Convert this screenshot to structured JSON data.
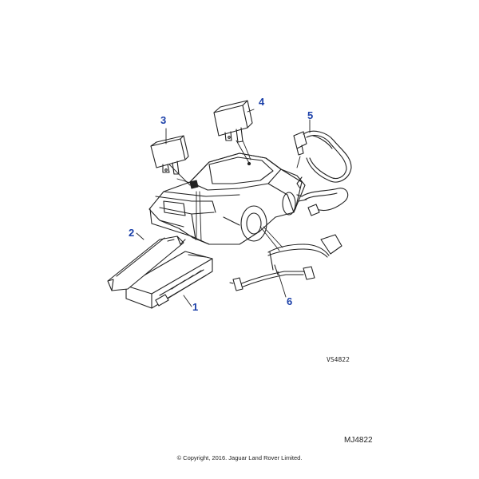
{
  "callouts": {
    "c1": "1",
    "c2": "2",
    "c3": "3",
    "c4": "4",
    "c5": "5",
    "c6": "6"
  },
  "reference_code": "VS4822",
  "sheet_code": "MJ4822",
  "copyright": "© Copyright, 2016. Jaguar Land Rover Limited.",
  "colors": {
    "callout": "#1a3fa8",
    "line": "#222222",
    "fill": "#ffffff"
  }
}
